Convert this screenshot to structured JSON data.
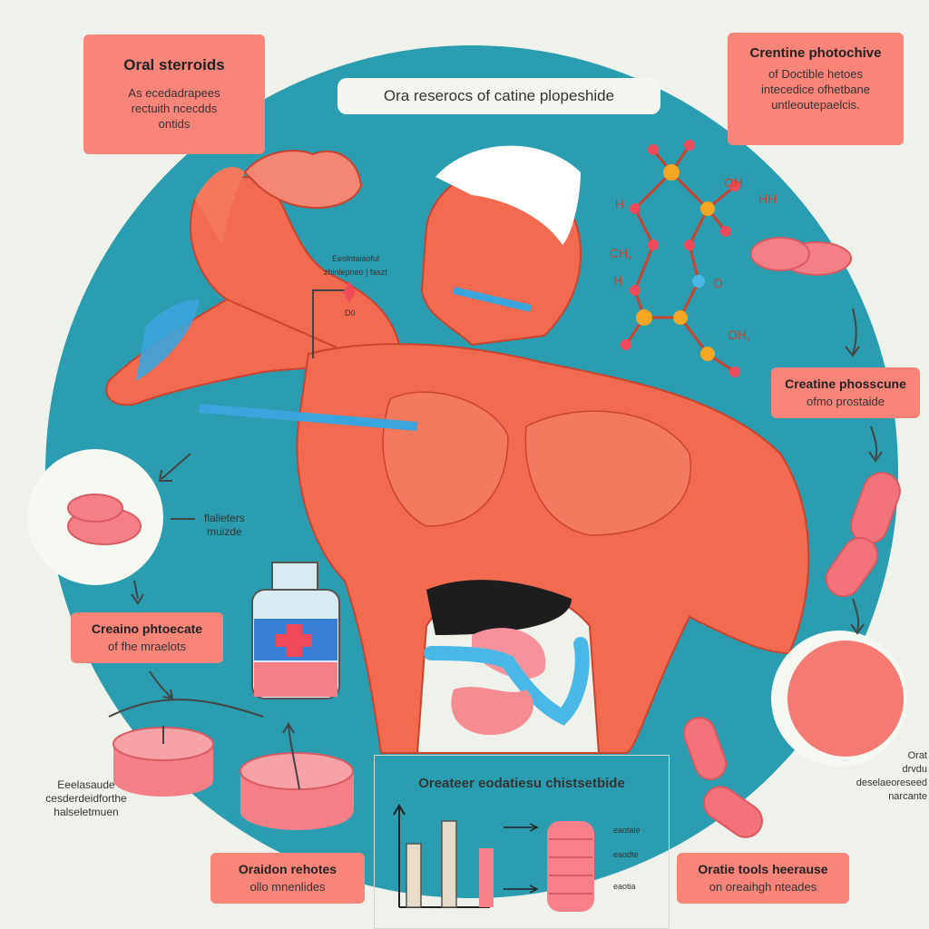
{
  "title": "Ora reserocs of catine plopeshide",
  "top_left_box": {
    "heading": "Oral sterroids",
    "body": "As ecedadrapees\nrectuith ncecdds\nontids"
  },
  "top_right_box": {
    "heading": "Crentine photochive",
    "body": "of Doctible hetoes\nintecedice ofhetbane\nuntleoutepaelcis."
  },
  "right_mid_box": {
    "heading": "Creatine phosscune",
    "body": "ofmo prostaide"
  },
  "left_mid_box": {
    "heading": "Creaino phtoecate",
    "body": "of fhe mraelots"
  },
  "bottom_left_box": {
    "heading": "Oraidon rehotes",
    "body": "ollo mnenlides"
  },
  "bottom_right_box": {
    "heading": "Oratie tools heerause",
    "body": "on oreaihgh nteades"
  },
  "chart_panel": {
    "title": "Oreateer eodatiesu chistsetbide",
    "callouts": [
      "eaotale",
      "eaodte",
      "eaotia"
    ]
  },
  "labels": {
    "tablet_left": "flalieters\nmuizde",
    "bottom_left_note": "Eeelasaude\ncesderdeidforthe\nhalseletmuen",
    "right_bottom_note": "Orat\ndrvdu\ndeselaeoreseed\nnarcante",
    "face_callout_top": "Eeolntaiaoful\nzhinlepneo | faszt",
    "face_callout_small": "D0"
  },
  "molecule_labels": [
    "OH",
    "HH",
    "H",
    "CH,",
    "H",
    "O",
    "OH,"
  ],
  "colors": {
    "muscle": "#f26b50",
    "muscle_dark": "#d9452f",
    "circle": "#2a9db0",
    "box": "#f9857a",
    "tablet": "#f47f86"
  }
}
